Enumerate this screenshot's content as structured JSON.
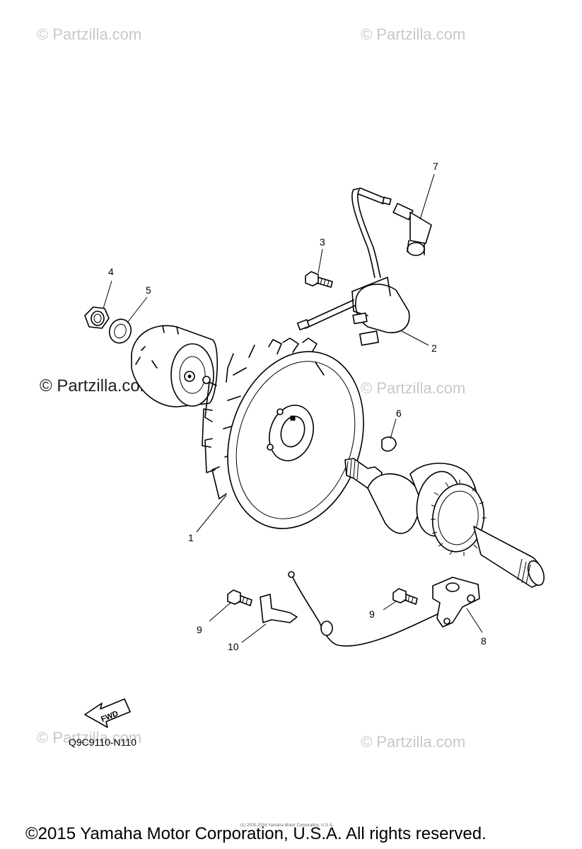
{
  "watermarks": {
    "top_left": "© Partzilla.com",
    "top_right": "© Partzilla.com",
    "mid_left": "© Partzilla.com",
    "mid_right": "© Partzilla.com",
    "bottom_left": "© Partzilla.com",
    "bottom_right": "© Partzilla.com"
  },
  "callouts": {
    "c1": "1",
    "c2": "2",
    "c3": "3",
    "c4": "4",
    "c5": "5",
    "c6": "6",
    "c7": "7",
    "c8": "8",
    "c9a": "9",
    "c9b": "9",
    "c10": "10"
  },
  "fwd_label": "FWD",
  "diagram_code": "Q9C9110-N110",
  "tiny_credit": "(c) 2005-2016 Yamaha Motor Corporation, U.S.A.",
  "copyright": "©2015 Yamaha Motor Corporation, U.S.A. All rights reserved."
}
